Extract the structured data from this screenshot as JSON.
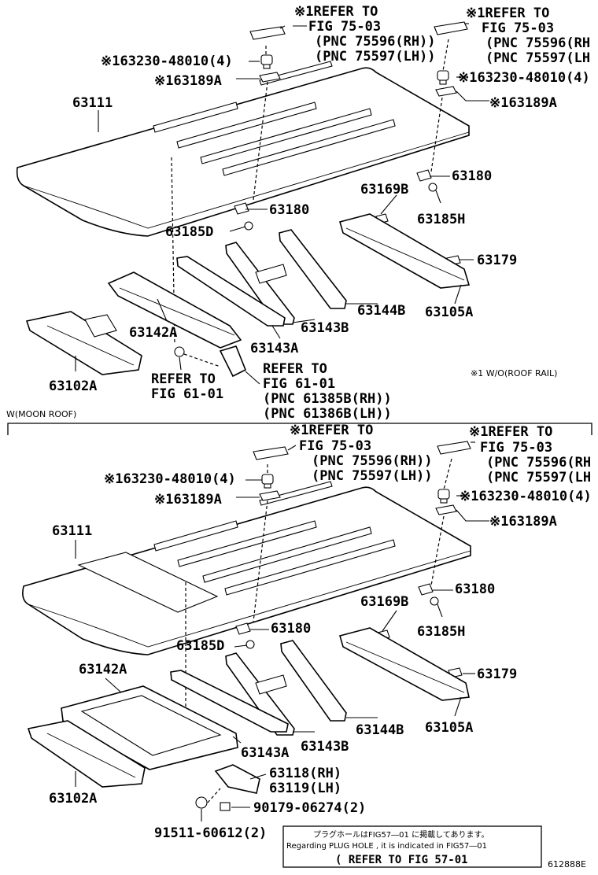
{
  "top_section": {
    "refer_left": [
      "※1REFER TO",
      "FIG 75-03",
      "(PNC 75596(RH))",
      "(PNC 75597(LH))"
    ],
    "refer_right": [
      "※1REFER TO",
      "FIG 75-03",
      "(PNC 75596(RH",
      "(PNC 75597(LH"
    ],
    "bolt_left": "※163230-48010(4)",
    "bolt_right": "※163230-48010(4)",
    "bracket_left": "※163189A",
    "bracket_right": "※163189A",
    "roof_panel": "63111",
    "p63180_a": "63180",
    "p63180_b": "63180",
    "p63169b": "63169B",
    "p63185h": "63185H",
    "p63185d": "63185D",
    "p63179": "63179",
    "p63142a": "63142A",
    "p63143b": "63143B",
    "p63144b": "63144B",
    "p63105a": "63105A",
    "p63102a": "63102A",
    "p63143a": "63143A",
    "refer_fig61_left": [
      "REFER TO",
      "FIG 61-01"
    ],
    "refer_fig61_right": [
      "REFER TO",
      "FIG 61-01",
      "(PNC 61385B(RH))",
      "(PNC 61386B(LH))"
    ],
    "condition_note": "※1 W/O(ROOF RAIL)"
  },
  "section_label": "W(MOON ROOF)",
  "bottom_section": {
    "refer_left": [
      "※1REFER TO",
      "FIG 75-03",
      "(PNC 75596(RH))",
      "(PNC 75597(LH))"
    ],
    "refer_right": [
      "※1REFER TO",
      "FIG 75-03",
      "(PNC 75596(RH",
      "(PNC 75597(LH"
    ],
    "bolt_left": "※163230-48010(4)",
    "bolt_right": "※163230-48010(4)",
    "bracket_left": "※163189A",
    "bracket_right": "※163189A",
    "roof_panel": "63111",
    "p63180_a": "63180",
    "p63180_b": "63180",
    "p63169b": "63169B",
    "p63185h": "63185H",
    "p63185d": "63185D",
    "p63179": "63179",
    "p63142a": "63142A",
    "p63143a": "63143A",
    "p63143b": "63143B",
    "p63144b": "63144B",
    "p63105a": "63105A",
    "p63102a": "63102A",
    "p63118": "63118(RH)",
    "p63119": "63119(LH)",
    "p90179": "90179-06274(2)",
    "p91511": "91511-60612(2)"
  },
  "note_box": {
    "line_jp": "プラグホールはFIG57―01 に掲載してあります。",
    "line_en": "Regarding PLUG HOLE , it is indicated in FIG57―01",
    "line_ref": "( REFER TO FIG 57-01"
  },
  "figure_id": "612888E"
}
